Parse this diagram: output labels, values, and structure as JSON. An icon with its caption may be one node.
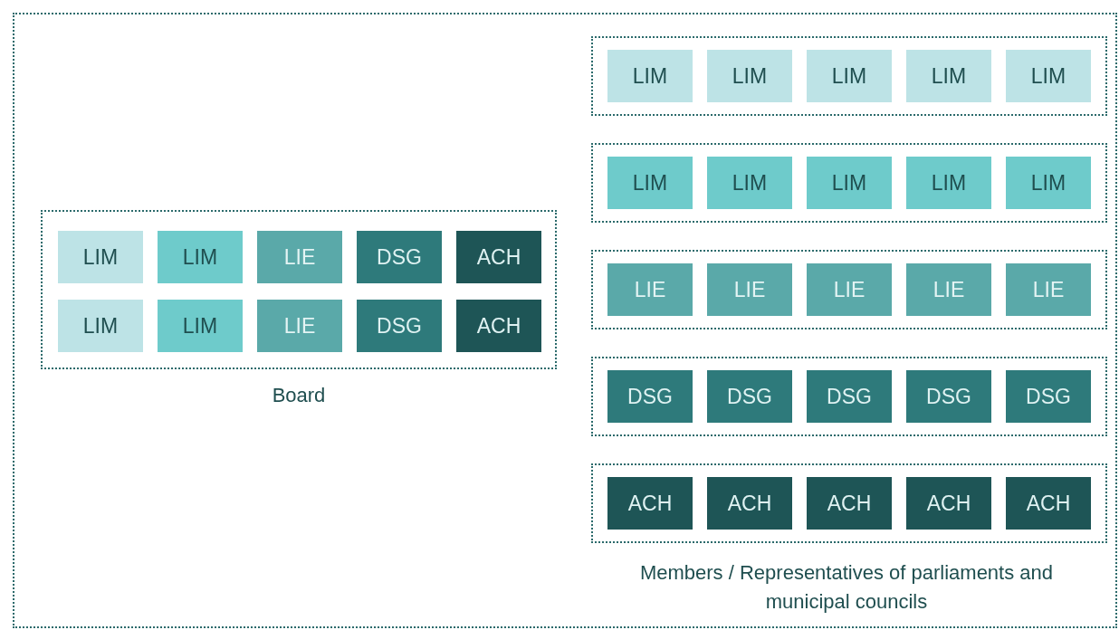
{
  "diagram": {
    "nodes": [
      {
        "text": [],
        "shape": "box"
      },
      {
        "text": [
          "Board"
        ],
        "in": 0
      },
      {
        "text": [
          "LIM"
        ],
        "in": 1
      },
      {
        "text": [
          "LIM"
        ],
        "in": 1
      },
      {
        "text": [
          "LIE"
        ],
        "in": 1
      },
      {
        "text": [
          "DSG"
        ],
        "in": 1
      },
      {
        "text": [
          "ACH"
        ],
        "in": 1
      },
      {
        "text": [
          "LIM"
        ],
        "in": 1
      },
      {
        "text": [
          "LIM"
        ],
        "in": 1
      },
      {
        "text": [
          "LIE"
        ],
        "in": 1
      },
      {
        "text": [
          "DSG"
        ],
        "in": 1
      },
      {
        "text": [
          "ACH"
        ],
        "in": 1
      },
      {
        "text": [],
        "shape": "box",
        "in": 0
      },
      {
        "text": [
          "LIM"
        ],
        "in": 12
      },
      {
        "text": [
          "LIM"
        ],
        "in": 12
      },
      {
        "text": [
          "LIM"
        ],
        "in": 12
      },
      {
        "text": [
          "LIM"
        ],
        "in": 12
      },
      {
        "text": [
          "LIM"
        ],
        "in": 12
      },
      {
        "text": [],
        "shape": "box",
        "in": 0
      },
      {
        "text": [
          "LIM"
        ],
        "in": 18
      },
      {
        "text": [
          "LIM"
        ],
        "in": 18
      },
      {
        "text": [
          "LIM"
        ],
        "in": 18
      },
      {
        "text": [
          "LIM"
        ],
        "in": 18
      },
      {
        "text": [
          "LIM"
        ],
        "in": 18
      },
      {
        "text": [],
        "shape": "box",
        "in": 0
      },
      {
        "text": [
          "LIE"
        ],
        "in": 24
      },
      {
        "text": [
          "LIE"
        ],
        "in": 24
      },
      {
        "text": [
          "LIE"
        ],
        "in": 24
      },
      {
        "text": [
          "LIE"
        ],
        "in": 24
      },
      {
        "text": [
          "LIE"
        ],
        "in": 24
      },
      {
        "text": [],
        "shape": "box",
        "in": 0
      },
      {
        "text": [
          "DSG"
        ],
        "in": 30
      },
      {
        "text": [
          "DSG"
        ],
        "in": 30
      },
      {
        "text": [
          "DSG"
        ],
        "in": 30
      },
      {
        "text": [
          "DSG"
        ],
        "in": 30
      },
      {
        "text": [
          "DSG"
        ],
        "in": 30
      },
      {
        "text": [],
        "shape": "box",
        "in": 0
      },
      {
        "text": [
          "ACH"
        ],
        "in": 36
      },
      {
        "text": [
          "ACH"
        ],
        "in": 36
      },
      {
        "text": [
          "ACH"
        ],
        "in": 36
      },
      {
        "text": [
          "ACH"
        ],
        "in": 36
      },
      {
        "text": [
          "ACH"
        ],
        "in": 36
      }
    ],
    "edges": [],
    "labels": [
      "Members / Representatives of parliaments and municipal councils"
    ]
  }
}
